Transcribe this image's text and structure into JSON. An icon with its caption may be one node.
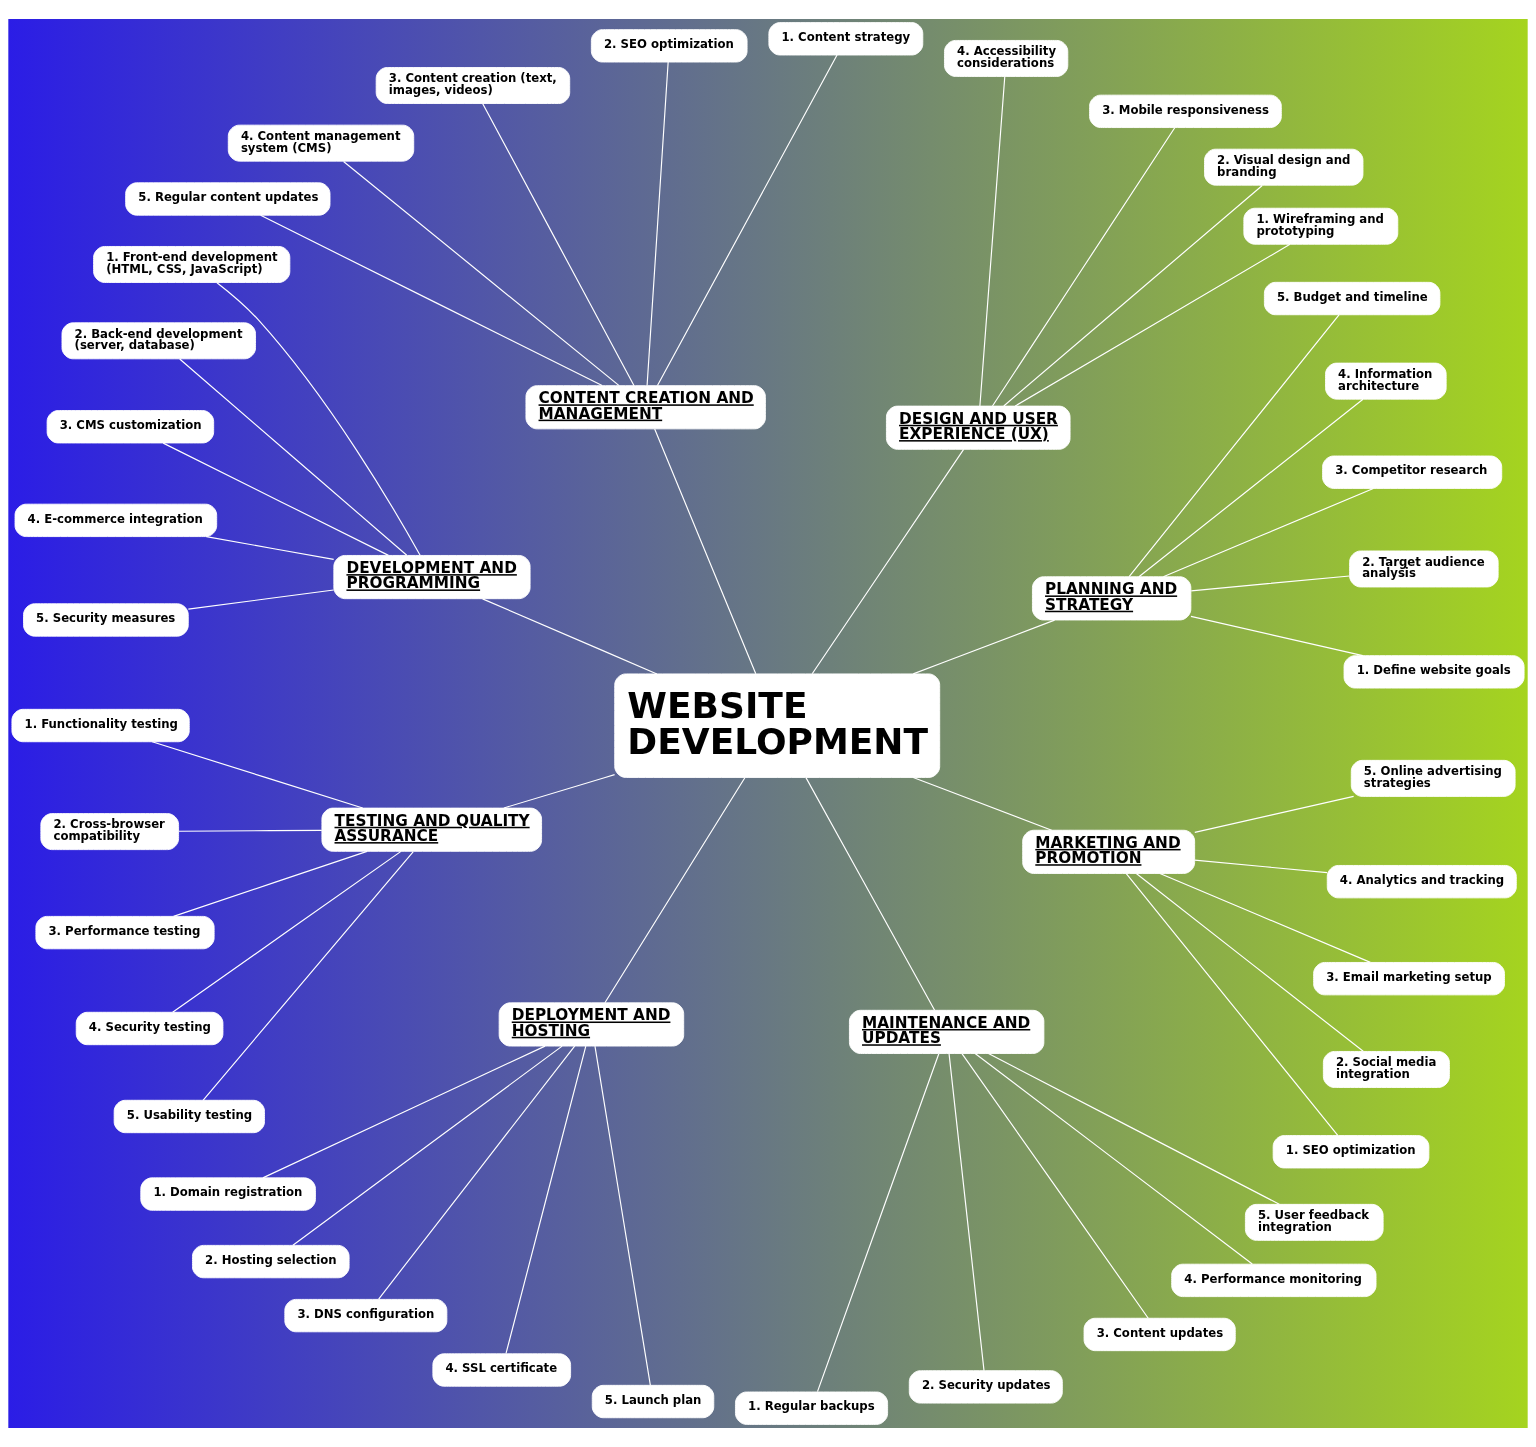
{
  "diagram": {
    "nodes": [
      {
        "text": [
          "WEBSITE DEVELOPMENT"
        ]
      },
      {
        "text": [
          "PLANNING AND STRATEGY"
        ]
      },
      {
        "text": [
          "1. Define website goals"
        ]
      },
      {
        "text": [
          "2. Target audience analysis"
        ]
      },
      {
        "text": [
          "3. Competitor research"
        ]
      },
      {
        "text": [
          "4. Information architecture"
        ]
      },
      {
        "text": [
          "5. Budget and timeline"
        ]
      },
      {
        "text": [
          "DESIGN AND USER EXPERIENCE (UX)"
        ]
      },
      {
        "text": [
          "1. Wireframing and prototyping"
        ]
      },
      {
        "text": [
          "2. Visual design and branding"
        ]
      },
      {
        "text": [
          "3. Mobile responsiveness"
        ]
      },
      {
        "text": [
          "4. Accessibility considerations"
        ]
      },
      {
        "text": [
          "CONTENT CREATION AND MANAGEMENT"
        ]
      },
      {
        "text": [
          "1. Content strategy"
        ]
      },
      {
        "text": [
          "2. SEO optimization"
        ]
      },
      {
        "text": [
          "3. Content creation (text, images, videos)"
        ]
      },
      {
        "text": [
          "4. Content management system (CMS)"
        ]
      },
      {
        "text": [
          "5. Regular content updates"
        ]
      },
      {
        "text": [
          "DEVELOPMENT AND PROGRAMMING"
        ]
      },
      {
        "text": [
          "1. Front-end development (HTML, CSS, JavaScript)"
        ]
      },
      {
        "text": [
          "2. Back-end development (server, database)"
        ]
      },
      {
        "text": [
          "3. CMS customization"
        ]
      },
      {
        "text": [
          "4. E-commerce integration"
        ]
      },
      {
        "text": [
          "5. Security measures"
        ]
      },
      {
        "text": [
          "TESTING AND QUALITY ASSURANCE"
        ]
      },
      {
        "text": [
          "1. Functionality testing"
        ]
      },
      {
        "text": [
          "2. Cross-browser compatibility"
        ]
      },
      {
        "text": [
          "3. Performance testing"
        ]
      },
      {
        "text": [
          "4. Security testing"
        ]
      },
      {
        "text": [
          "5. Usability testing"
        ]
      },
      {
        "text": [
          "DEPLOYMENT AND HOSTING"
        ]
      },
      {
        "text": [
          "1. Domain registration"
        ]
      },
      {
        "text": [
          "2. Hosting selection"
        ]
      },
      {
        "text": [
          "3. DNS configuration"
        ]
      },
      {
        "text": [
          "4. SSL certificate"
        ]
      },
      {
        "text": [
          "5. Launch plan"
        ]
      },
      {
        "text": [
          "MAINTENANCE AND UPDATES"
        ]
      },
      {
        "text": [
          "1. Regular backups"
        ]
      },
      {
        "text": [
          "2. Security updates"
        ]
      },
      {
        "text": [
          "3. Content updates"
        ]
      },
      {
        "text": [
          "4. Performance monitoring"
        ]
      },
      {
        "text": [
          "5. User feedback integration"
        ]
      },
      {
        "text": [
          "MARKETING AND PROMOTION"
        ]
      },
      {
        "text": [
          "1. SEO optimization"
        ]
      },
      {
        "text": [
          "2. Social media integration"
        ]
      },
      {
        "text": [
          "3. Email marketing setup"
        ]
      },
      {
        "text": [
          "4. Analytics and tracking"
        ]
      },
      {
        "text": [
          "5. Online advertising strategies"
        ]
      }
    ],
    "edges": [
      {
        "from": 0,
        "to": 1,
        "arrow": "none"
      },
      {
        "from": 1,
        "to": 2,
        "arrow": "none"
      },
      {
        "from": 1,
        "to": 3,
        "arrow": "none"
      },
      {
        "from": 1,
        "to": 4,
        "arrow": "none"
      },
      {
        "from": 1,
        "to": 5,
        "arrow": "none"
      },
      {
        "from": 1,
        "to": 6,
        "arrow": "none"
      },
      {
        "from": 0,
        "to": 7,
        "arrow": "none"
      },
      {
        "from": 7,
        "to": 8,
        "arrow": "none"
      },
      {
        "from": 7,
        "to": 9,
        "arrow": "none"
      },
      {
        "from": 7,
        "to": 10,
        "arrow": "none"
      },
      {
        "from": 7,
        "to": 11,
        "arrow": "none"
      },
      {
        "from": 0,
        "to": 12,
        "arrow": "none"
      },
      {
        "from": 12,
        "to": 13,
        "arrow": "none"
      },
      {
        "from": 12,
        "to": 14,
        "arrow": "none"
      },
      {
        "from": 12,
        "to": 15,
        "arrow": "none"
      },
      {
        "from": 12,
        "to": 16,
        "arrow": "none"
      },
      {
        "from": 12,
        "to": 17,
        "arrow": "none"
      },
      {
        "from": 0,
        "to": 18,
        "arrow": "none"
      },
      {
        "from": 18,
        "to": 19,
        "arrow": "none"
      },
      {
        "from": 18,
        "to": 20,
        "arrow": "none"
      },
      {
        "from": 18,
        "to": 21,
        "arrow": "none"
      },
      {
        "from": 18,
        "to": 22,
        "arrow": "none"
      },
      {
        "from": 18,
        "to": 23,
        "arrow": "none"
      },
      {
        "from": 0,
        "to": 24,
        "arrow": "none"
      },
      {
        "from": 24,
        "to": 25,
        "arrow": "none"
      },
      {
        "from": 24,
        "to": 26,
        "arrow": "none"
      },
      {
        "from": 24,
        "to": 27,
        "arrow": "none"
      },
      {
        "from": 24,
        "to": 28,
        "arrow": "none"
      },
      {
        "from": 24,
        "to": 29,
        "arrow": "none"
      },
      {
        "from": 0,
        "to": 30,
        "arrow": "none"
      },
      {
        "from": 30,
        "to": 31,
        "arrow": "none"
      },
      {
        "from": 30,
        "to": 32,
        "arrow": "none"
      },
      {
        "from": 30,
        "to": 33,
        "arrow": "none"
      },
      {
        "from": 30,
        "to": 34,
        "arrow": "none"
      },
      {
        "from": 30,
        "to": 35,
        "arrow": "none"
      },
      {
        "from": 0,
        "to": 36,
        "arrow": "none"
      },
      {
        "from": 36,
        "to": 37,
        "arrow": "none"
      },
      {
        "from": 36,
        "to": 38,
        "arrow": "none"
      },
      {
        "from": 36,
        "to": 39,
        "arrow": "none"
      },
      {
        "from": 36,
        "to": 40,
        "arrow": "none"
      },
      {
        "from": 36,
        "to": 41,
        "arrow": "none"
      },
      {
        "from": 0,
        "to": 42,
        "arrow": "none"
      },
      {
        "from": 42,
        "to": 43,
        "arrow": "none"
      },
      {
        "from": 42,
        "to": 44,
        "arrow": "none"
      },
      {
        "from": 42,
        "to": 45,
        "arrow": "none"
      },
      {
        "from": 42,
        "to": 46,
        "arrow": "none"
      },
      {
        "from": 42,
        "to": 47,
        "arrow": "none"
      }
    ]
  }
}
